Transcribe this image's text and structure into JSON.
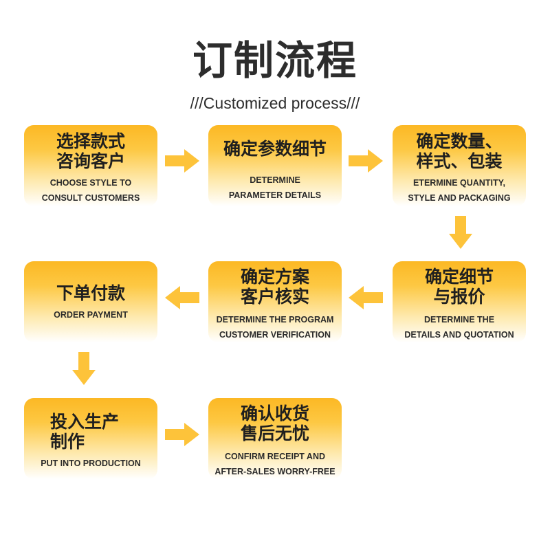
{
  "title": "订制流程",
  "subtitle": "///Customized process///",
  "colors": {
    "accent_top": "#fcb824",
    "accent_mid": "#fdc843",
    "accent_light": "#fee9ad",
    "arrow": "#fdc33a",
    "text": "#2d2d2d"
  },
  "steps": [
    {
      "cn": "选择款式\n咨询客户",
      "en": "CHOOSE STYLE TO\nCONSULT CUSTOMERS"
    },
    {
      "cn": "确定参数细节",
      "en": "DETERMINE\nPARAMETER DETAILS"
    },
    {
      "cn": "确定数量、\n样式、包装",
      "en": "ETERMINE QUANTITY,\nSTYLE AND PACKAGING"
    },
    {
      "cn": "确定细节\n与报价",
      "en": "DETERMINE THE\nDETAILS AND QUOTATION"
    },
    {
      "cn": "确定方案\n客户核实",
      "en": "DETERMINE THE PROGRAM\nCUSTOMER VERIFICATION"
    },
    {
      "cn": "下单付款",
      "en": "ORDER PAYMENT"
    },
    {
      "cn": "投入生产\n制作",
      "en": "PUT INTO PRODUCTION"
    },
    {
      "cn": "确认收货\n售后无忧",
      "en": "CONFIRM RECEIPT AND\nAFTER-SALES WORRY-FREE"
    }
  ],
  "arrows": [
    {
      "from": "step-1",
      "to": "step-2",
      "direction": "right"
    },
    {
      "from": "step-2",
      "to": "step-3",
      "direction": "right"
    },
    {
      "from": "step-3",
      "to": "step-4",
      "direction": "down"
    },
    {
      "from": "step-4",
      "to": "step-5",
      "direction": "left"
    },
    {
      "from": "step-5",
      "to": "step-6",
      "direction": "left"
    },
    {
      "from": "step-6",
      "to": "step-7",
      "direction": "down"
    },
    {
      "from": "step-7",
      "to": "step-8",
      "direction": "right"
    }
  ]
}
